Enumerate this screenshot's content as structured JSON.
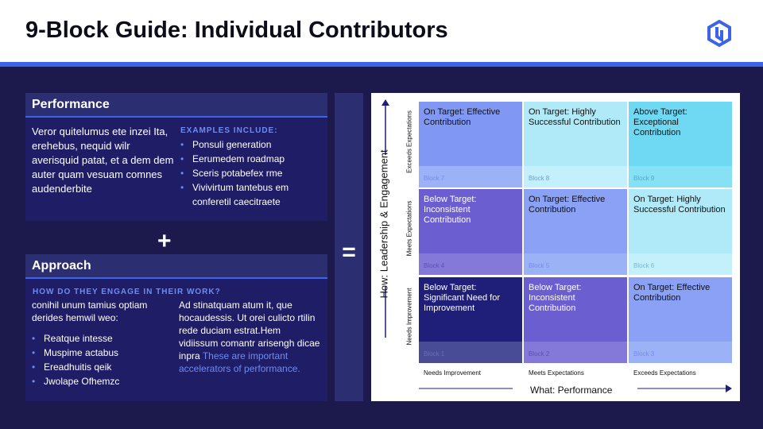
{
  "title": "9-Block Guide: Individual Contributors",
  "colors": {
    "accent": "#3d63e6",
    "background": "#1c1a4c"
  },
  "performance": {
    "heading": "Performance",
    "body": "Veror quitelumus ete inzei Ita, erehebus, nequid wilr averisquid patat, et a dem dem auter quam vesuam comnes audenderbite",
    "examples_caption": "EXAMPLES INCLUDE:",
    "examples": [
      "Ponsuli generation",
      "Eerumedem roadmap",
      "Sceris potabefex rme",
      "Vivivirtum tantebus em conferetil caecitraete"
    ]
  },
  "plus": "+",
  "equals": "=",
  "approach": {
    "heading": "Approach",
    "caption": "HOW DO THEY ENGAGE IN THEIR WORK?",
    "intro": "conihil unum tamius optiam derides hemwil weo:",
    "items": [
      "Reatque intesse",
      "Muspime actabus",
      "Ereadhuitis qeik",
      "Jwolape Ofhemzc"
    ],
    "right_text": "Ad stinatquam atum it, que hocaudessis. Ut orei culicto rtilin rede duciam estrat.Hem vidiissum comantr arisengh dicae inpra",
    "right_highlight": "These are important accelerators of performance."
  },
  "grid": {
    "y_axis": "How: Leadership & Engagement",
    "x_axis": "What: Performance",
    "rows": [
      "Exceeds Expectations",
      "Meets Expectations",
      "Needs Improvement"
    ],
    "cols": [
      "Needs Improvement",
      "Meets Expectations",
      "Exceeds Expectations"
    ],
    "cells": [
      {
        "title": "On Target: Effective Contribution",
        "block": "Block 7",
        "bg": "#8098f4",
        "strip": "#9cb2f7",
        "fg": "#111",
        "sc": "#6f8cf2"
      },
      {
        "title": "On Target: Highly Successful Contribution",
        "block": "Block 8",
        "bg": "#b0eaf8",
        "strip": "#c3f0fa",
        "fg": "#111",
        "sc": "#6f9bd8"
      },
      {
        "title": "Above Target: Exceptional Contribution",
        "block": "Block 9",
        "bg": "#6fd9f3",
        "strip": "#86e1f5",
        "fg": "#111",
        "sc": "#4fa9d0"
      },
      {
        "title": "Below Target: Inconsistent Contribution",
        "block": "Block 4",
        "bg": "#6b5ed0",
        "strip": "#8479d8",
        "fg": "#fff",
        "sc": "#5a4fb8"
      },
      {
        "title": "On Target: Effective Contribution",
        "block": "Block 5",
        "bg": "#8aa1f5",
        "strip": "#9cb2f7",
        "fg": "#111",
        "sc": "#6f8cf2"
      },
      {
        "title": "On Target: Highly Successful Contribution",
        "block": "Block 6",
        "bg": "#b0eaf8",
        "strip": "#c3f0fa",
        "fg": "#111",
        "sc": "#6fb9d8"
      },
      {
        "title": "Below Target: Significant Need for Improvement",
        "block": "Block 1",
        "bg": "#1f1f7a",
        "strip": "#484b95",
        "fg": "#fff",
        "sc": "#6b6fb0"
      },
      {
        "title": "Below Target: Inconsistent Contribution",
        "block": "Block 2",
        "bg": "#6b5ed0",
        "strip": "#8479d8",
        "fg": "#fff",
        "sc": "#5a4fb8"
      },
      {
        "title": "On Target: Effective Contribution",
        "block": "Block 3",
        "bg": "#8aa1f5",
        "strip": "#9cb2f7",
        "fg": "#111",
        "sc": "#6f8cf2"
      }
    ]
  }
}
